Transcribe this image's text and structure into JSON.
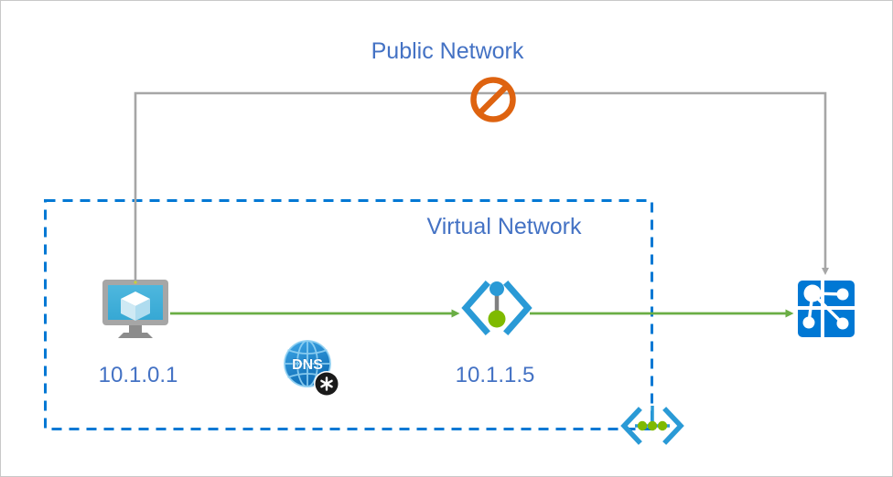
{
  "diagram": {
    "title": "Azure Private Link virtual network connectivity",
    "labels": {
      "public_network": "Public Network",
      "virtual_network": "Virtual Network",
      "vm_ip": "10.1.0.1",
      "private_endpoint_ip": "10.1.1.5"
    },
    "icons": {
      "virtual_machine": "virtual-machine-icon",
      "dns": "dns-icon",
      "private_endpoint": "private-endpoint-icon",
      "azure_service": "azure-service-icon",
      "private_link": "private-link-icon",
      "blocked": "blocked-prohibition-icon"
    },
    "colors": {
      "label_blue": "#4472C4",
      "vnet_border_blue": "#0078D4",
      "allowed_green": "#6AAE44",
      "blocked_orange": "#DE6310",
      "public_line_gray": "#A6A6A6",
      "service_blue": "#0078D4",
      "page_border": "#C8C8C8"
    },
    "connections": [
      {
        "name": "vm-to-public-network",
        "from": "virtual-machine",
        "to": "azure-service",
        "path": "public",
        "state": "blocked",
        "color": "#A6A6A6"
      },
      {
        "name": "vm-to-private-endpoint",
        "from": "virtual-machine",
        "to": "private-endpoint",
        "path": "private",
        "state": "allowed",
        "color": "#6AAE44"
      },
      {
        "name": "private-endpoint-to-service",
        "from": "private-endpoint",
        "to": "azure-service",
        "path": "private",
        "state": "allowed",
        "color": "#6AAE44"
      }
    ]
  }
}
